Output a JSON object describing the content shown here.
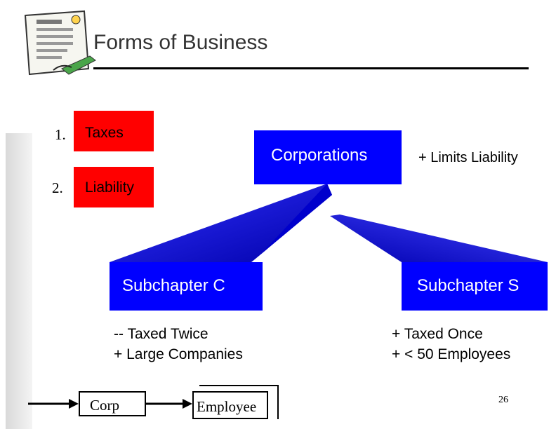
{
  "slide": {
    "title": "Forms of Business",
    "items": [
      {
        "number": "1.",
        "label": "Taxes"
      },
      {
        "number": "2.",
        "label": "Liability"
      }
    ],
    "corporations": "Corporations",
    "limits_note": "+ Limits Liability",
    "sub_c": {
      "label": "Subchapter C",
      "points": [
        "-- Taxed Twice",
        "+ Large Companies"
      ]
    },
    "sub_s": {
      "label": "Subchapter S",
      "points": [
        "+ Taxed Once",
        "+ < 50 Employees"
      ]
    },
    "flow": {
      "corp": "Corp",
      "employee": "Employee"
    },
    "page_number": "26"
  },
  "colors": {
    "red_box": "#ff0000",
    "blue_box": "#0000ff",
    "connector_blue": "#1a1aff"
  },
  "icons": [
    "document-signing-icon"
  ]
}
